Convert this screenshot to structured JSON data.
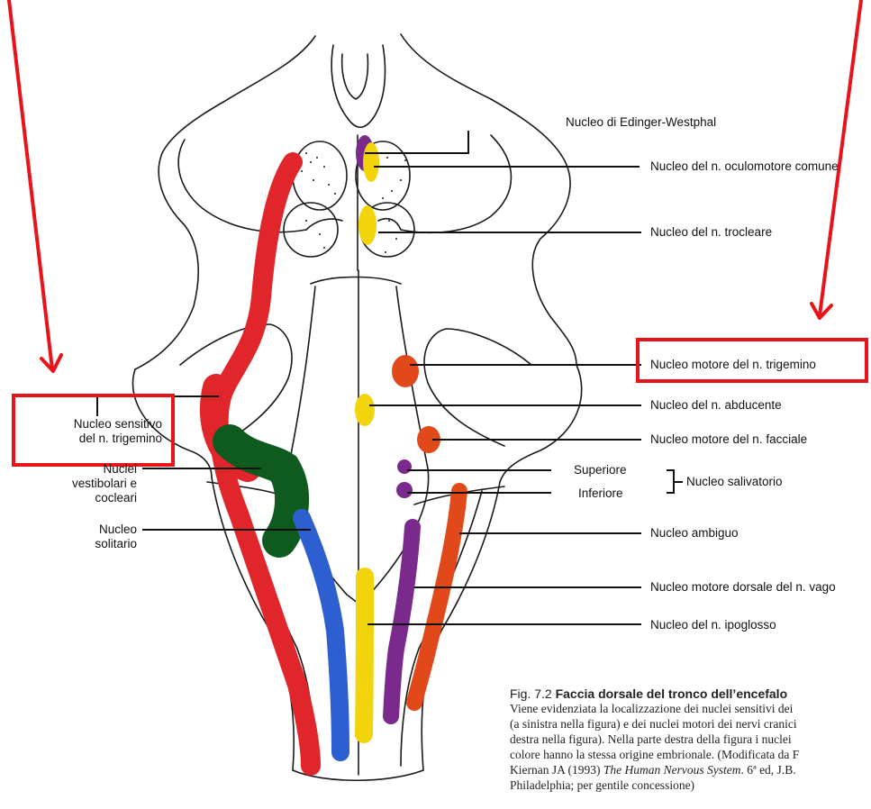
{
  "labels_right": {
    "edinger": "Nucleo di Edinger-Westphal",
    "oculomotore": "Nucleo del n. oculomotore comune",
    "trocleare": "Nucleo del n. trocleare",
    "motore_trigemino": "Nucleo motore del n. trigemino",
    "abducente": "Nucleo del n. abducente",
    "facciale": "Nucleo motore del n. facciale",
    "superiore": "Superiore",
    "inferiore": "Inferiore",
    "salivatorio": "Nucleo salivatorio",
    "ambiguo": "Nucleo ambiguo",
    "vago": "Nucleo motore dorsale del n. vago",
    "ipoglosso": "Nucleo del n. ipoglosso"
  },
  "labels_left": {
    "sensitivo_line1": "Nucleo sensitivo",
    "sensitivo_line2": "del n. trigemino",
    "vestibolari_line1": "Nuclei",
    "vestibolari_line2": "vestibolari e",
    "vestibolari_line3": "cocleari",
    "solitario_line1": "Nucleo",
    "solitario_line2": "solitario"
  },
  "caption": {
    "fig_number": "Fig. 7.2",
    "title": "Faccia dorsale del tronco dell’encefalo",
    "line1": "Viene evidenziata la localizzazione dei nuclei sensitivi dei",
    "line2": "(a sinistra nella figura) e dei nuclei motori dei nervi cranici",
    "line3": "destra nella figura). Nella parte destra della figura i nuclei",
    "line4": "colore hanno la stessa origine embrionale. (Modificata da F",
    "line5_pre": "Kiernan JA (1993) ",
    "line5_italic": "The Human Nervous System",
    "line5_post": ". 6ª ed, J.B.",
    "line6": "Philadelphia; per gentile concessione)"
  },
  "colors": {
    "sensory_red": "#e0262b",
    "vestibular_green": "#0f5a1e",
    "solitary_blue": "#2d5fd0",
    "motor_orange": "#e2491a",
    "somatic_yellow": "#f2d40c",
    "visceral_purple": "#7a2a8c",
    "annotation_red": "#e8131b"
  },
  "highlighted": [
    "Nucleo sensitivo del n. trigemino",
    "Nucleo motore del n. trigemino"
  ]
}
